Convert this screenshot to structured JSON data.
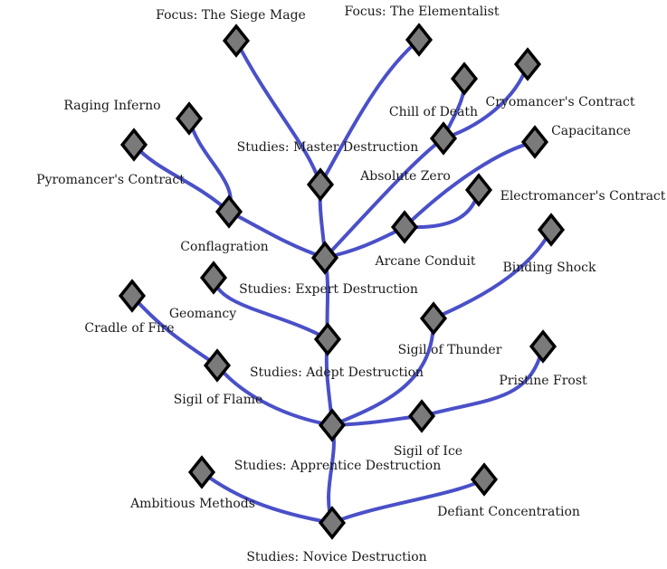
{
  "nodes": [
    {
      "id": "novice",
      "label": "Studies: Novice Destruction"
    },
    {
      "id": "ambitious",
      "label": "Ambitious Methods"
    },
    {
      "id": "defiant",
      "label": "Defiant Concentration"
    },
    {
      "id": "apprentice",
      "label": "Studies: Apprentice Destruction"
    },
    {
      "id": "sigil_flame",
      "label": "Sigil of Flame"
    },
    {
      "id": "cradle",
      "label": "Cradle of Fire"
    },
    {
      "id": "sigil_ice",
      "label": "Sigil of Ice"
    },
    {
      "id": "pristine",
      "label": "Pristine Frost"
    },
    {
      "id": "sigil_thunder",
      "label": "Sigil of Thunder"
    },
    {
      "id": "binding",
      "label": "Binding Shock"
    },
    {
      "id": "adept",
      "label": "Studies: Adept Destruction"
    },
    {
      "id": "geomancy",
      "label": "Geomancy"
    },
    {
      "id": "expert",
      "label": "Studies: Expert Destruction"
    },
    {
      "id": "conflagration",
      "label": "Conflagration"
    },
    {
      "id": "pyro_contract",
      "label": "Pyromancer's Contract"
    },
    {
      "id": "inferno",
      "label": "Raging Inferno"
    },
    {
      "id": "master",
      "label": "Studies: Master Destruction"
    },
    {
      "id": "siege",
      "label": "Focus: The Siege Mage"
    },
    {
      "id": "elementalist",
      "label": "Focus: The Elementalist"
    },
    {
      "id": "arcane",
      "label": "Arcane Conduit"
    },
    {
      "id": "electro",
      "label": "Electromancer's Contract"
    },
    {
      "id": "capacitance",
      "label": "Capacitance"
    },
    {
      "id": "absolute_zero",
      "label": "Absolute Zero"
    },
    {
      "id": "chill",
      "label": "Chill of Death"
    },
    {
      "id": "cryo",
      "label": "Cryomancer's Contract"
    }
  ],
  "edges": [
    [
      "novice",
      "ambitious"
    ],
    [
      "novice",
      "defiant"
    ],
    [
      "novice",
      "apprentice"
    ],
    [
      "apprentice",
      "sigil_flame"
    ],
    [
      "sigil_flame",
      "cradle"
    ],
    [
      "apprentice",
      "sigil_ice"
    ],
    [
      "sigil_ice",
      "pristine"
    ],
    [
      "apprentice",
      "sigil_thunder"
    ],
    [
      "sigil_thunder",
      "binding"
    ],
    [
      "apprentice",
      "adept"
    ],
    [
      "adept",
      "geomancy"
    ],
    [
      "adept",
      "expert"
    ],
    [
      "expert",
      "conflagration"
    ],
    [
      "conflagration",
      "pyro_contract"
    ],
    [
      "conflagration",
      "inferno"
    ],
    [
      "expert",
      "master"
    ],
    [
      "master",
      "siege"
    ],
    [
      "master",
      "elementalist"
    ],
    [
      "expert",
      "arcane"
    ],
    [
      "arcane",
      "electro"
    ],
    [
      "arcane",
      "capacitance"
    ],
    [
      "expert",
      "absolute_zero"
    ],
    [
      "absolute_zero",
      "chill"
    ],
    [
      "absolute_zero",
      "cryo"
    ]
  ]
}
